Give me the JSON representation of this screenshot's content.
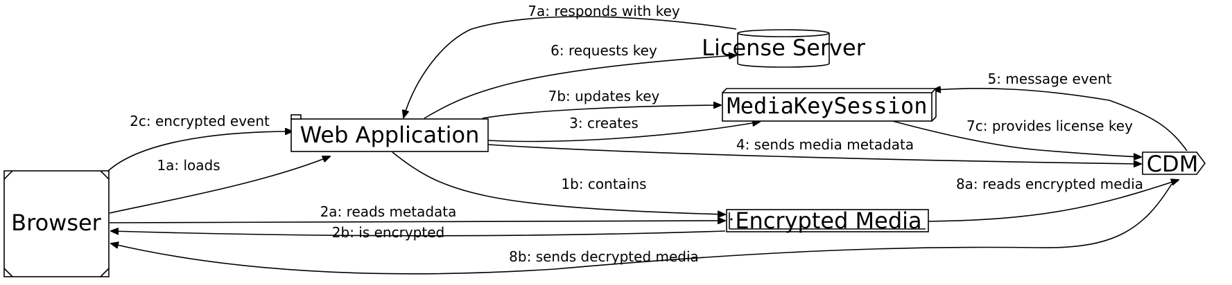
{
  "nodes": {
    "browser": {
      "label": "Browser"
    },
    "web_app": {
      "label": "Web Application"
    },
    "license_server": {
      "label": "License Server"
    },
    "media_key_session": {
      "label": "MediaKeySession"
    },
    "encrypted_media": {
      "label": "Encrypted Media"
    },
    "cdm": {
      "label": "CDM"
    }
  },
  "edges": {
    "e1a": {
      "label": "1a: loads"
    },
    "e1b": {
      "label": "1b: contains"
    },
    "e2a": {
      "label": "2a: reads metadata"
    },
    "e2b": {
      "label": "2b: is encrypted"
    },
    "e2c": {
      "label": "2c: encrypted event"
    },
    "e3": {
      "label": "3: creates"
    },
    "e4": {
      "label": "4: sends media metadata"
    },
    "e5": {
      "label": "5: message event"
    },
    "e6": {
      "label": "6: requests key"
    },
    "e7a": {
      "label": "7a: responds with key"
    },
    "e7b": {
      "label": "7b: updates key"
    },
    "e7c": {
      "label": "7c: provides license key"
    },
    "e8a": {
      "label": "8a: reads encrypted media"
    },
    "e8b": {
      "label": "8b: sends decrypted media"
    }
  }
}
